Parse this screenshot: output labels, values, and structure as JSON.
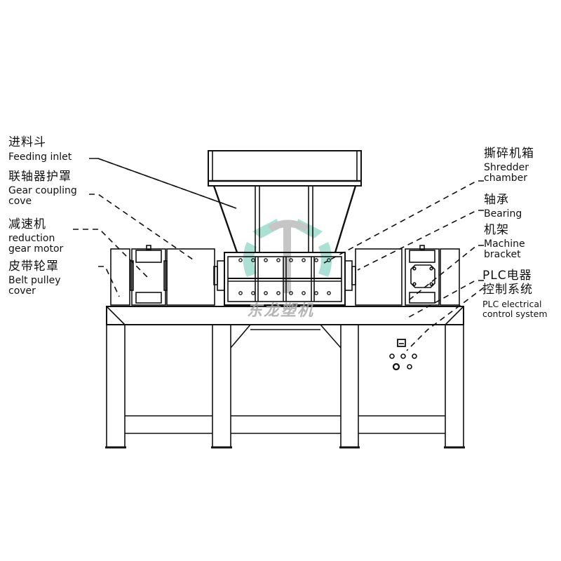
{
  "diagram": {
    "subject": "Double-shaft shredder machine (front view line drawing)",
    "watermark": {
      "text": "东龙塑机",
      "logo_colors": {
        "gear": "#8fd6c8",
        "hammer": "#b4b4b4"
      }
    },
    "line_color": "#111111",
    "background": "#ffffff"
  },
  "labels": {
    "left": [
      {
        "id": "feeding-inlet",
        "zh": "进料斗",
        "en": [
          "Feeding inlet"
        ]
      },
      {
        "id": "gear-coupling-cover",
        "zh": "联轴器护罩",
        "en": [
          "Gear coupling",
          "cove"
        ]
      },
      {
        "id": "reduction-gear-motor",
        "zh": "减速机",
        "en": [
          "reduction",
          "gear motor"
        ]
      },
      {
        "id": "belt-pulley-cover",
        "zh": "皮带轮罩",
        "en": [
          "Belt pulley",
          "cover"
        ]
      }
    ],
    "right": [
      {
        "id": "shredder-chamber",
        "zh": "撕碎机箱",
        "en": [
          "Shredder",
          "chamber"
        ]
      },
      {
        "id": "bearing",
        "zh": "轴承",
        "en": [
          "Bearing"
        ]
      },
      {
        "id": "machine-bracket",
        "zh": "机架",
        "en": [
          "Machine",
          "bracket"
        ]
      },
      {
        "id": "plc-control",
        "zh": "PLC电器",
        "zh2": "控制系统",
        "en": [
          "PLC electrical",
          "control system"
        ]
      }
    ]
  }
}
